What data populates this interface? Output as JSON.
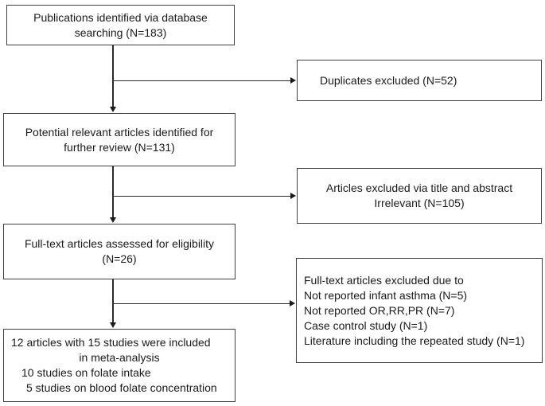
{
  "diagram": {
    "type": "prisma-flowchart",
    "colors": {
      "background": "#ffffff",
      "box_border": "#3f3f3f",
      "connector": "#2a2a2a",
      "text": "#1a1a1a"
    },
    "boxes": {
      "identification": {
        "lines": [
          "Publications identified via database",
          "searching (N=183)"
        ]
      },
      "duplicates_excluded": {
        "lines": [
          "Duplicates excluded (N=52)"
        ]
      },
      "screening": {
        "lines": [
          "Potential relevant articles identified for",
          "further review (N=131)"
        ]
      },
      "title_abstract_excluded": {
        "lines": [
          "Articles excluded via title and abstract",
          "Irrelevant (N=105)"
        ]
      },
      "eligibility": {
        "lines": [
          "Full-text articles assessed for eligibility",
          "(N=26)"
        ]
      },
      "fulltext_excluded": {
        "lines": [
          "Full-text articles excluded due to",
          "Not reported infant asthma (N=5)",
          "Not reported OR,RR,PR (N=7)",
          "Case control study (N=1)",
          "Literature including the repeated study (N=1)"
        ]
      },
      "included": {
        "lines": [
          "12 articles with 15 studies were included",
          "in meta-analysis",
          "10 studies on folate intake",
          "5 studies on blood folate concentration"
        ]
      }
    }
  }
}
